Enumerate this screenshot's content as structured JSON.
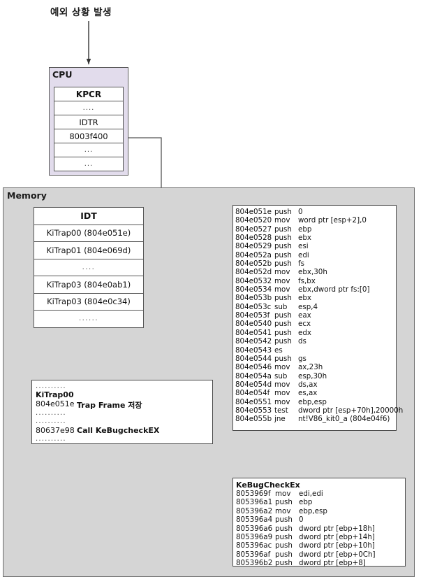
{
  "diagram": {
    "title": "예외 상황 발생",
    "cpu": {
      "label": "CPU",
      "kpcr": {
        "title": "KPCR",
        "rows": [
          {
            "text": "KPCR",
            "kind": "header"
          },
          {
            "text": "....",
            "kind": "dots"
          },
          {
            "text": "IDTR",
            "kind": "value"
          },
          {
            "text": "8003f400",
            "kind": "value"
          },
          {
            "text": "...",
            "kind": "dots"
          },
          {
            "text": "...",
            "kind": "dots"
          }
        ]
      }
    },
    "memory": {
      "label": "Memory",
      "idt": {
        "title": "IDT",
        "rows": [
          {
            "text": "IDT",
            "kind": "header"
          },
          {
            "text": "KiTrap00 (804e051e)",
            "kind": "value"
          },
          {
            "text": "KiTrap01 (804e069d)",
            "kind": "value"
          },
          {
            "text": "....",
            "kind": "dots"
          },
          {
            "text": "KiTrap03 (804e0ab1)",
            "kind": "value"
          },
          {
            "text": "KiTrap03 (804e0c34)",
            "kind": "value"
          },
          {
            "text": "......",
            "kind": "dots"
          }
        ]
      },
      "kitrap_block": {
        "lines": [
          {
            "text": "..........",
            "kind": "dots"
          },
          {
            "text": "KiTrap00",
            "kind": "bold"
          },
          {
            "addr": "804e051e",
            "label": "Trap Frame 저장",
            "kind": "entry"
          },
          {
            "text": "..........",
            "kind": "dots"
          },
          {
            "text": "..........",
            "kind": "dots"
          },
          {
            "addr": "80637e98",
            "label": "Call KeBugcheckEX",
            "kind": "entry"
          },
          {
            "text": "..........",
            "kind": "dots"
          }
        ]
      },
      "kitrap_disasm": {
        "rows": [
          {
            "addr": "804e051e",
            "mnemonic": "push",
            "operands": "0"
          },
          {
            "addr": "804e0520",
            "mnemonic": "mov",
            "operands": "word ptr [esp+2],0"
          },
          {
            "addr": "804e0527",
            "mnemonic": "push",
            "operands": "ebp"
          },
          {
            "addr": "804e0528",
            "mnemonic": "push",
            "operands": "ebx"
          },
          {
            "addr": "804e0529",
            "mnemonic": "push",
            "operands": "esi"
          },
          {
            "addr": "804e052a",
            "mnemonic": "push",
            "operands": "edi"
          },
          {
            "addr": "804e052b",
            "mnemonic": "push",
            "operands": "fs"
          },
          {
            "addr": "804e052d",
            "mnemonic": "mov",
            "operands": "ebx,30h"
          },
          {
            "addr": "804e0532",
            "mnemonic": "mov",
            "operands": "fs,bx"
          },
          {
            "addr": "804e0534",
            "mnemonic": "mov",
            "operands": "ebx,dword ptr fs:[0]"
          },
          {
            "addr": "804e053b",
            "mnemonic": "push",
            "operands": "ebx"
          },
          {
            "addr": "804e053c",
            "mnemonic": "sub",
            "operands": "esp,4"
          },
          {
            "addr": "804e053f",
            "mnemonic": "push",
            "operands": "eax"
          },
          {
            "addr": "804e0540",
            "mnemonic": "push",
            "operands": "ecx"
          },
          {
            "addr": "804e0541",
            "mnemonic": "push",
            "operands": "edx"
          },
          {
            "addr": "804e0542",
            "mnemonic": "push",
            "operands": "ds"
          },
          {
            "addr": "804e0543",
            "mnemonic": "es",
            "operands": ""
          },
          {
            "addr": "804e0544",
            "mnemonic": "push",
            "operands": "gs"
          },
          {
            "addr": "804e0546",
            "mnemonic": "mov",
            "operands": "ax,23h"
          },
          {
            "addr": "804e054a",
            "mnemonic": "sub",
            "operands": "esp,30h"
          },
          {
            "addr": "804e054d",
            "mnemonic": "mov",
            "operands": "ds,ax"
          },
          {
            "addr": "804e054f",
            "mnemonic": "mov",
            "operands": "es,ax"
          },
          {
            "addr": "804e0551",
            "mnemonic": "mov",
            "operands": "ebp,esp"
          },
          {
            "addr": "804e0553",
            "mnemonic": "test",
            "operands": "dword ptr [esp+70h],20000h"
          },
          {
            "addr": "804e055b",
            "mnemonic": "jne",
            "operands": "nt!V86_kit0_a (804e04f6)"
          }
        ]
      },
      "kebugcheckex": {
        "title": "KeBugCheckEx",
        "rows": [
          {
            "addr": "8053969f",
            "mnemonic": "mov",
            "operands": "edi,edi"
          },
          {
            "addr": "805396a1",
            "mnemonic": "push",
            "operands": "ebp"
          },
          {
            "addr": "805396a2",
            "mnemonic": "mov",
            "operands": "ebp,esp"
          },
          {
            "addr": "805396a4",
            "mnemonic": "push",
            "operands": "0"
          },
          {
            "addr": "805396a6",
            "mnemonic": "push",
            "operands": "dword ptr [ebp+18h]"
          },
          {
            "addr": "805396a9",
            "mnemonic": "push",
            "operands": "dword ptr [ebp+14h]"
          },
          {
            "addr": "805396ac",
            "mnemonic": "push",
            "operands": "dword ptr [ebp+10h]"
          },
          {
            "addr": "805396af",
            "mnemonic": "push",
            "operands": "dword ptr [ebp+0Ch]"
          },
          {
            "addr": "805396b2",
            "mnemonic": "push",
            "operands": "dword ptr [ebp+8]"
          }
        ]
      }
    },
    "colors": {
      "page_background": "#ffffff",
      "cpu_fill": "#e2dcec",
      "memory_fill": "#d5d5d5",
      "box_fill": "#ffffff",
      "border": "#555555",
      "wire": "#444444",
      "text": "#111111"
    }
  }
}
